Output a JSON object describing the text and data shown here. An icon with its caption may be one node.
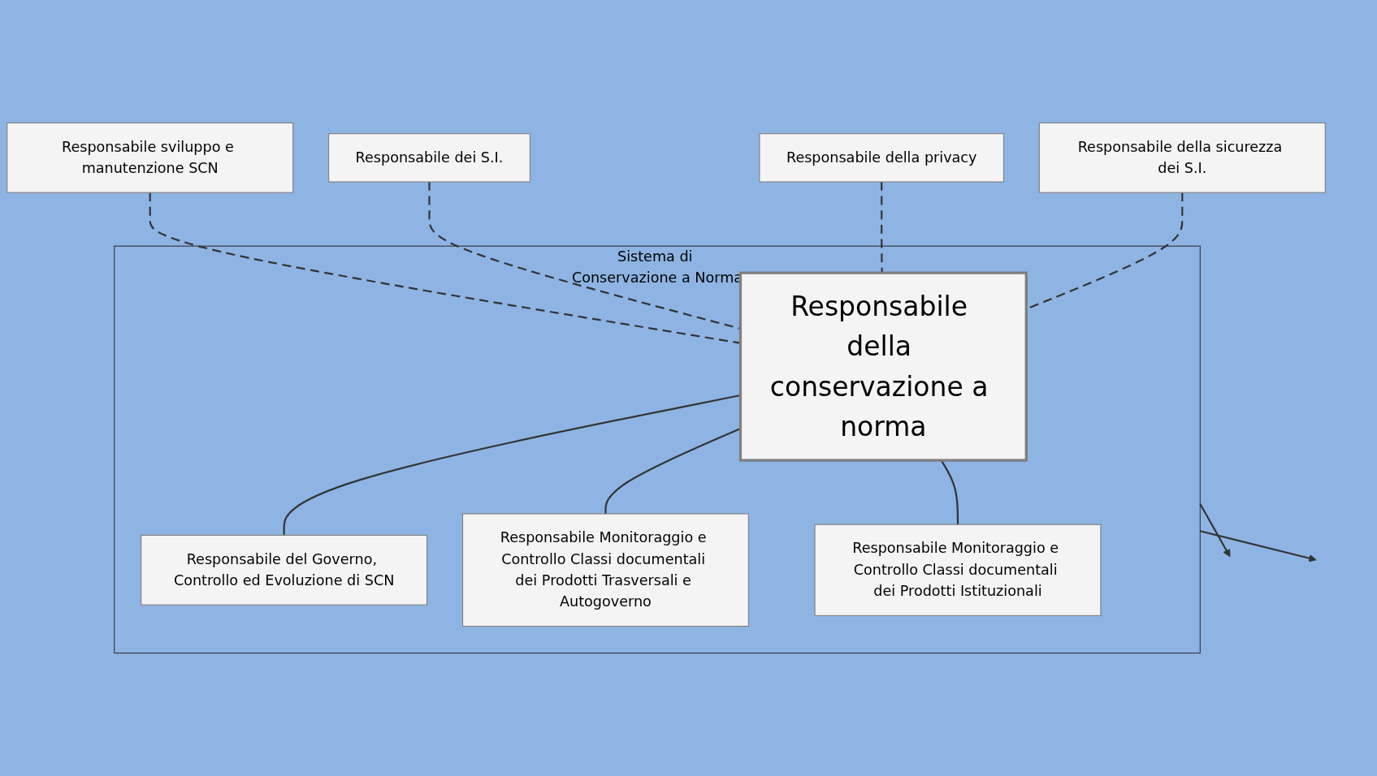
{
  "diagram": {
    "nodes": [
      {
        "text": [
          "Sistema di Conservazione a Norma"
        ]
      },
      {
        "text": [
          "Responsabile sviluppo e manutenzione SCN"
        ]
      },
      {
        "text": [
          "Responsabile dei S.I."
        ]
      },
      {
        "text": [
          "Responsabile della conservazione a norma"
        ],
        "in": 0
      },
      {
        "text": [
          "Responsabile della privacy"
        ]
      },
      {
        "text": [
          "Responsabile della sicurezza dei S.I."
        ]
      },
      {
        "text": [
          "Responsabile del Governo, Controllo ed Evoluzione di SCN"
        ],
        "in": 0
      },
      {
        "text": [
          "Responsabile Monitoraggio e Controllo Classi documentali dei Prodotti Trasversali e Autogoverno"
        ],
        "in": 0
      },
      {
        "text": [
          "Responsabile Monitoraggio e Controllo Classi documentali dei Prodotti Istituzionali"
        ],
        "in": 0
      }
    ],
    "edges": [
      {
        "from": 1,
        "to": 3,
        "arrow": "none",
        "style": "dashed"
      },
      {
        "from": 2,
        "to": 3,
        "arrow": "none",
        "style": "dashed"
      },
      {
        "from": 4,
        "to": 3,
        "arrow": "none",
        "style": "dashed"
      },
      {
        "from": 5,
        "to": 3,
        "arrow": "none",
        "style": "dashed"
      },
      {
        "from": 3,
        "to": 6,
        "arrow": "none"
      },
      {
        "from": 3,
        "to": 7,
        "arrow": "none"
      },
      {
        "from": 3,
        "to": 8,
        "arrow": "none"
      },
      {
        "from": 0,
        "to": null,
        "arrow": "to"
      },
      {
        "from": 0,
        "to": null,
        "arrow": "to"
      }
    ]
  }
}
